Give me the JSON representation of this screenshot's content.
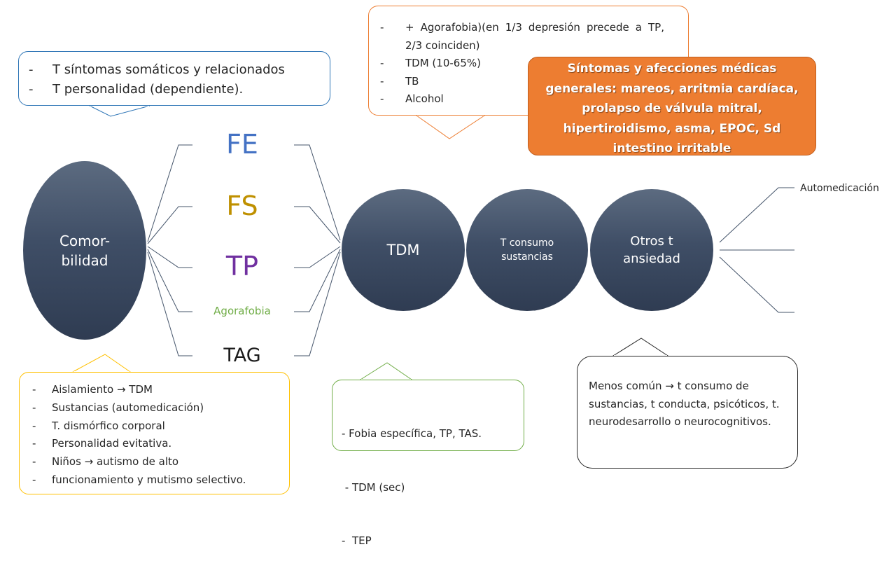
{
  "center": {
    "comorbilidad": "Comor-\nbilidad"
  },
  "left_nodes": [
    {
      "label": "FE",
      "color": "#4472c4"
    },
    {
      "label": "FS",
      "color": "#bf9000"
    },
    {
      "label": "TP",
      "color": "#7030a0"
    },
    {
      "label": "Agorafobia",
      "color": "#70ad47"
    },
    {
      "label": "TAG",
      "color": "#1a1a1a"
    }
  ],
  "main_circles": [
    {
      "label": "TDM"
    },
    {
      "label": "T consumo sustancias"
    },
    {
      "label": "Otros t ansiedad"
    }
  ],
  "right_branch": {
    "label": "Automedicación"
  },
  "callouts": {
    "top_left": {
      "items": [
        "T síntomas somáticos y relacionados",
        " T personalidad (dependiente)."
      ],
      "border_color": "#2e75b6"
    },
    "top_center": {
      "items": [
        "+ Agorafobia)(en 1/3 depresión precede a TP, 2/3 coinciden)",
        "TDM (10-65%)",
        "TB",
        "Alcohol"
      ],
      "border_color": "#ed7d31"
    },
    "orange": {
      "text": "Síntomas y afecciones médicas generales: mareos, arritmia cardíaca, prolapso de válvula mitral, hipertiroidismo, asma, EPOC, Sd intestino irritable",
      "color": "#ed7d31"
    },
    "bottom_left": {
      "items": [
        "Aislamiento → TDM",
        "Sustancias  (automedicación)",
        "T. dismórfico corporal",
        "Personalidad evitativa.",
        "Niños → autismo de alto",
        "funcionamiento y mutismo selectivo."
      ],
      "border_color": "#ffc000"
    },
    "bottom_center": {
      "lines": [
        "- Fobia específica, TP, TAS.",
        " - TDM (sec)",
        "-  TEP"
      ],
      "border_color": "#70ad47"
    },
    "bottom_right": {
      "text": "Menos común → t consumo de sustancias, t conducta, psicóticos, t. neurodesarrollo  o neurocognitivos.",
      "border_color": "#262626"
    }
  }
}
